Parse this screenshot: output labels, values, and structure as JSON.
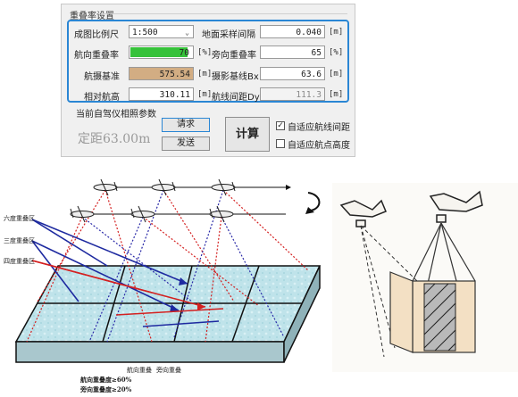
{
  "dialog": {
    "group_title": "重叠率设置",
    "scale_label": "成图比例尺",
    "scale_value": "1:500",
    "gsd_label": "地面采样间隔",
    "gsd_value": "0.040",
    "gsd_unit": "[m]",
    "forward_overlap_label": "航向重叠率",
    "forward_overlap_value": "70",
    "forward_overlap_unit": "[%]",
    "side_overlap_label": "旁向重叠率",
    "side_overlap_value": "65",
    "side_overlap_unit": "[%]",
    "baseline_label": "航摄基准",
    "baseline_value": "575.54",
    "baseline_unit": "[m]",
    "photo_baseline_label": "摄影基线Bx",
    "photo_baseline_value": "63.6",
    "photo_baseline_unit": "[m]",
    "rel_height_label": "相对航高",
    "rel_height_value": "310.11",
    "rel_height_unit": "[m]",
    "line_spacing_label": "航线间距Dy",
    "line_spacing_value": "111.3",
    "line_spacing_unit": "[m]",
    "colors": {
      "accent_frame": "#2a86d4",
      "forward_fill": "#36c23a",
      "baseline_fill": "#d2ad83"
    }
  },
  "gps": {
    "group_title": "当前自驾仪相照参数",
    "request_label": "请求",
    "send_label": "发送",
    "status_text": "定距63.00m"
  },
  "actions": {
    "calc_label": "计算",
    "adapt_spacing_label": "自适应航线间距",
    "adapt_spacing_checked": true,
    "adapt_height_label": "自适应航点高度",
    "adapt_height_checked": false
  },
  "illustration": {
    "six_overlap": "六度重叠区",
    "three_overlap": "三度重叠区",
    "four_overlap": "四度重叠区",
    "forward_caption": "航向重叠",
    "side_caption": "旁向重叠",
    "forward_formula": "航向重叠度≥60%",
    "side_formula": "旁向重叠度≥20%"
  }
}
